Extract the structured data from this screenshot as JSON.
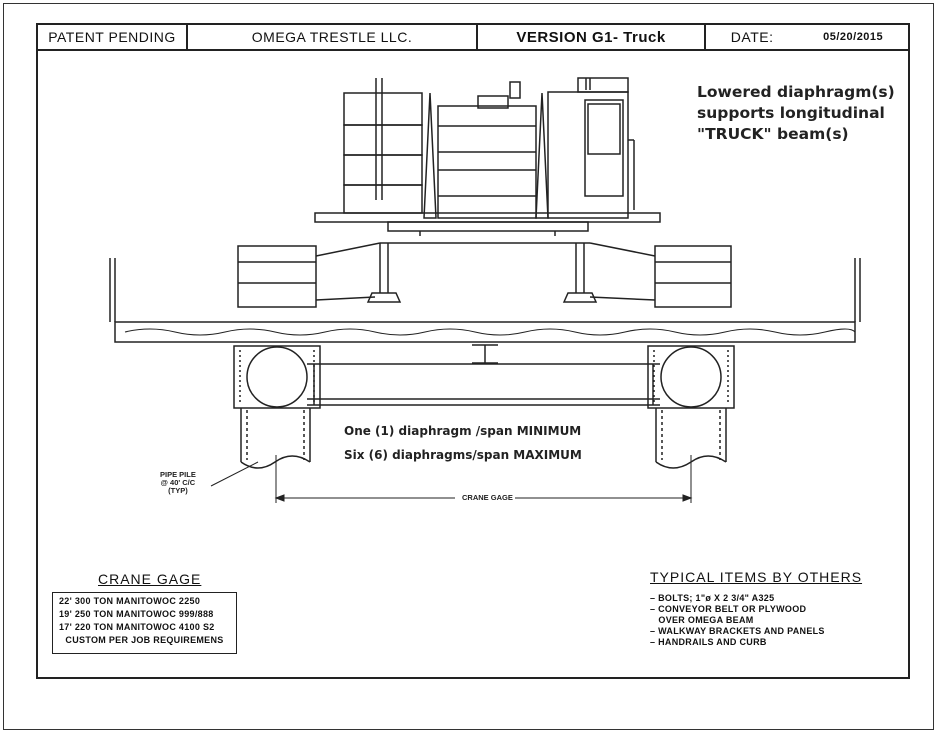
{
  "title_block": {
    "patent": "PATENT PENDING",
    "company": "OMEGA TRESTLE LLC.",
    "version": "VERSION G1- Truck",
    "date_label": "DATE:",
    "date_value": "05/20/2015"
  },
  "notes": {
    "top_right": [
      "Lowered diaphragm(s)",
      "supports longitudinal",
      "\"TRUCK\" beam(s)"
    ],
    "middle": [
      "One (1) diaphragm /span MINIMUM",
      "Six  (6) diaphragms/span MAXIMUM"
    ]
  },
  "labels": {
    "pipe_pile": [
      "PIPE PILE",
      "@ 40' C/C",
      "(TYP)"
    ],
    "crane_gage_dim": "CRANE GAGE"
  },
  "crane_gage": {
    "title": "CRANE GAGE",
    "rows": [
      "22' 300 TON MANITOWOC 2250",
      "19' 250 TON MANITOWOC 999/888",
      "17' 220 TON MANITOWOC 4100 S2",
      "CUSTOM PER JOB REQUIREMENS"
    ]
  },
  "typical_items": {
    "title": "TYPICAL ITEMS BY OTHERS",
    "items": [
      "– BOLTS; 1\"ø X 2 3/4\" A325",
      "– CONVEYOR BELT OR PLYWOOD",
      "   OVER OMEGA BEAM",
      "– WALKWAY BRACKETS AND PANELS",
      "– HANDRAILS AND CURB"
    ]
  }
}
